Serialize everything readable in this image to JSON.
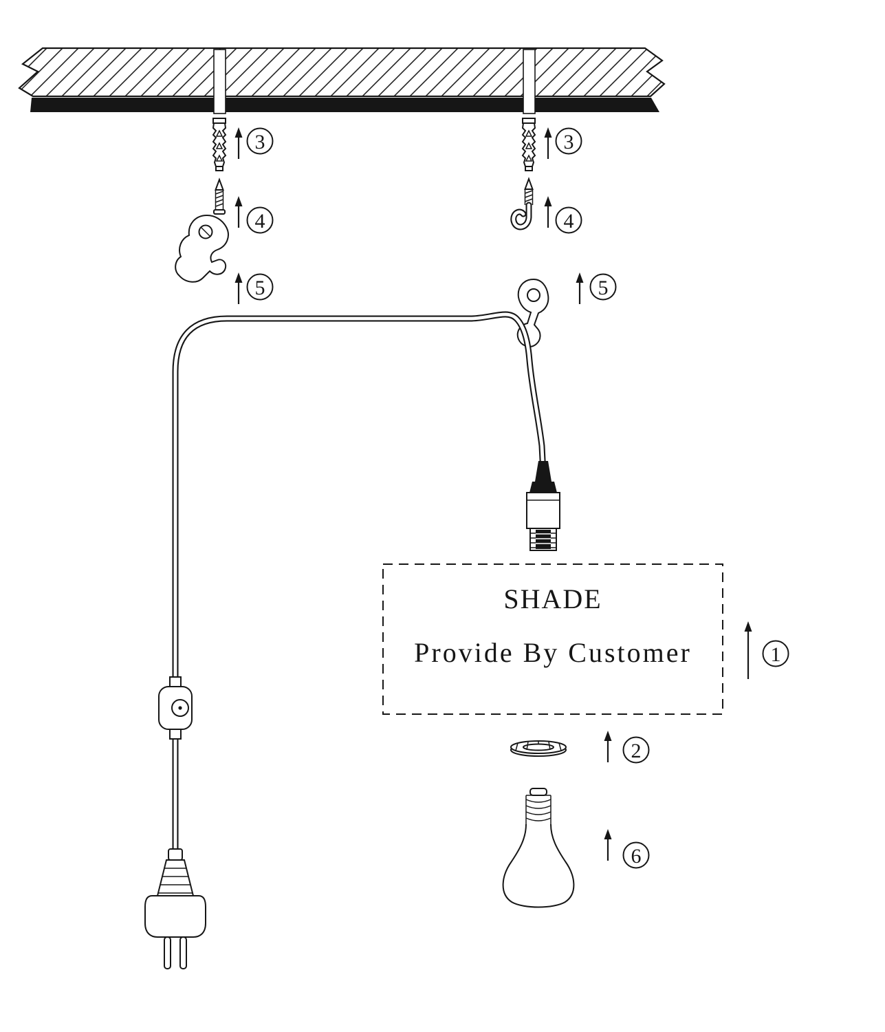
{
  "shade_box": {
    "line1": "SHADE",
    "line2": "Provide By Customer"
  },
  "labels": {
    "step1": "1",
    "step2": "2",
    "step3": "3",
    "step4": "4",
    "step5": "5",
    "step6": "6"
  }
}
